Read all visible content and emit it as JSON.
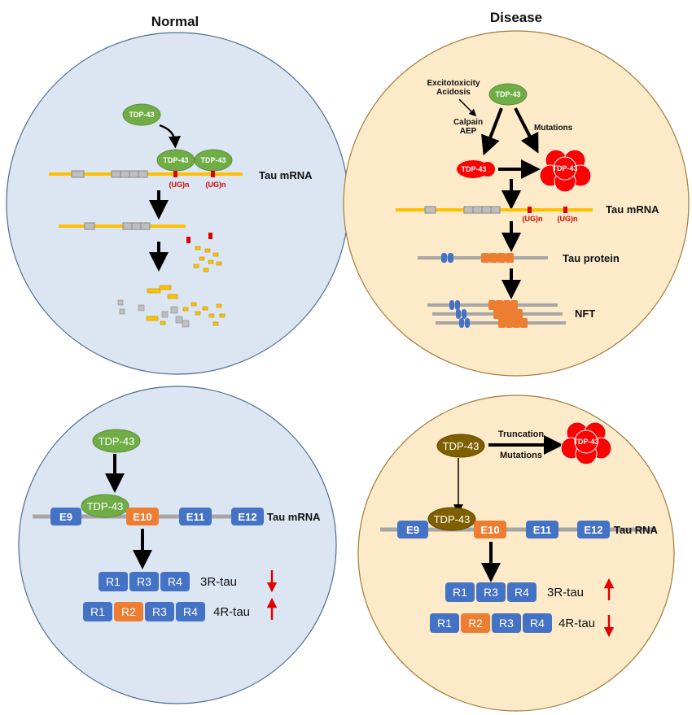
{
  "headers": {
    "normal": "Normal",
    "disease": "Disease"
  },
  "colors": {
    "normal_bg": "#dce6f2",
    "disease_bg": "#fdeac8",
    "tdp_green": "#70ad47",
    "tdp_red": "#ff0000",
    "tdp_olive": "#7f6000",
    "mrna_gold": "#ffc000",
    "exon_blue": "#4472c4",
    "exon_orange": "#ed7d31",
    "arrow_red": "#e00000"
  },
  "labels": {
    "tdp43": "TDP-43",
    "ug_repeat": "(UG)n",
    "tau_mrna": "Tau mRNA",
    "tau_rna": "Tau RNA",
    "tau_protein": "Tau protein",
    "nft": "NFT",
    "excitotoxicity": "Excitotoxicity",
    "acidosis": "Acidosis",
    "calpain": "Calpain",
    "aep": "AEP",
    "mutations": "Mutations",
    "truncation": "Truncation"
  },
  "exons": [
    "E9",
    "E10",
    "E11",
    "E12"
  ],
  "repeats": {
    "three_r": [
      "R1",
      "R3",
      "R4"
    ],
    "four_r": [
      "R1",
      "R2",
      "R3",
      "R4"
    ]
  },
  "isoforms": {
    "three_r": "3R-tau",
    "four_r": "4R-tau"
  },
  "changes": {
    "normal": {
      "three_r": "down",
      "four_r": "up"
    },
    "disease": {
      "three_r": "up",
      "four_r": "down"
    }
  }
}
